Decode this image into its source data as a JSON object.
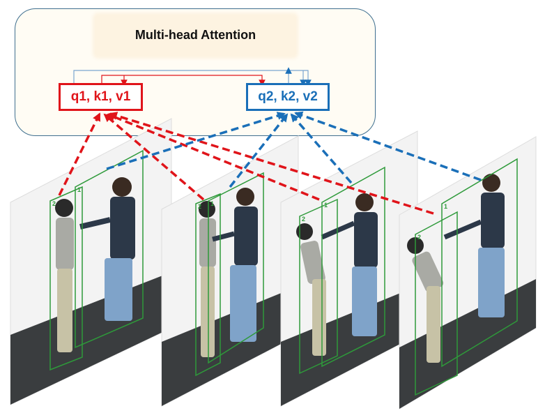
{
  "module_title": "Multi-head Attention",
  "tokens": [
    {
      "label": "q1, k1, v1",
      "color": "#e0141a"
    },
    {
      "label": "q2, k2, v2",
      "color": "#1a6fb8"
    }
  ],
  "frames": [
    {
      "boxes": [
        "2",
        "1"
      ]
    },
    {
      "boxes": [
        "2",
        "1"
      ]
    },
    {
      "boxes": [
        "2",
        "1"
      ]
    },
    {
      "boxes": [
        "2",
        "1"
      ]
    }
  ],
  "colors": {
    "person1": "#e0141a",
    "person2": "#1a6fb8",
    "box_border": "#3f6f8f",
    "bbox": "#2e9a3a"
  }
}
